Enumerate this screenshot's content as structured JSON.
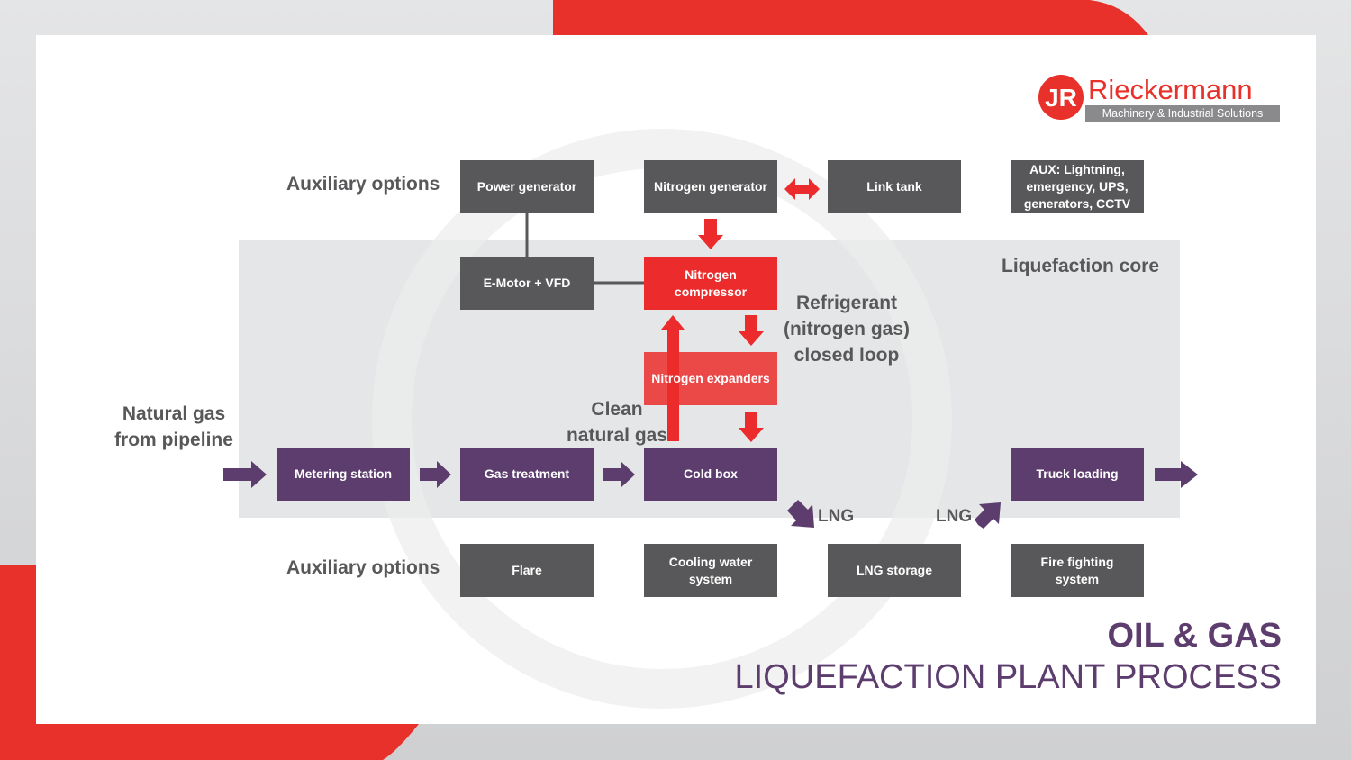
{
  "brand": {
    "name": "Rieckermann",
    "tagline": "Machinery & Industrial Solutions",
    "color": "#e8312a"
  },
  "colors": {
    "gray_box": "#58585a",
    "purple_box": "#5c3d6e",
    "red_box": "#ec2c2c",
    "core_area": "#e5e6e7"
  },
  "labels": {
    "aux_top": "Auxiliary options",
    "aux_bottom": "Auxiliary options",
    "liquefaction_core": "Liquefaction core",
    "refrigerant": [
      "Refrigerant",
      "(nitrogen gas)",
      "closed loop"
    ],
    "clean_gas": [
      "Clean",
      "natural gas"
    ],
    "natural_gas": [
      "Natural gas",
      "from pipeline"
    ],
    "lng_left": "LNG",
    "lng_right": "LNG"
  },
  "boxes": {
    "power_generator": "Power generator",
    "nitrogen_generator": "Nitrogen generator",
    "link_tank": "Link tank",
    "aux_services": [
      "AUX: Lightning,",
      "emergency, UPS,",
      "generators, CCTV"
    ],
    "emotor_vfd": "E-Motor + VFD",
    "nitrogen_compressor": "Nitrogen compressor",
    "nitrogen_expanders": "Nitrogen expanders",
    "metering_station": "Metering station",
    "gas_treatment": "Gas treatment",
    "cold_box": "Cold box",
    "truck_loading": "Truck loading",
    "flare": "Flare",
    "cooling_water": [
      "Cooling water",
      "system"
    ],
    "lng_storage": "LNG storage",
    "fire_fighting": [
      "Fire fighting",
      "system"
    ]
  },
  "title": {
    "line1": "OIL & GAS",
    "line2": "LIQUEFACTION PLANT PROCESS"
  }
}
